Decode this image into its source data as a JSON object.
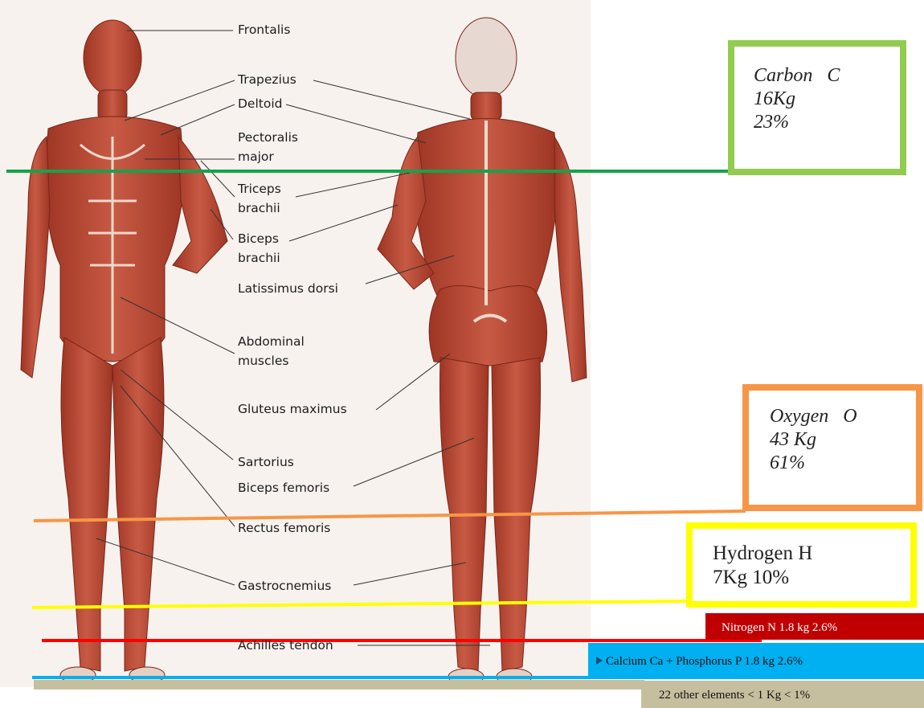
{
  "muscle_labels": [
    "Frontalis",
    "Trapezius",
    "Deltoid",
    "Pectoralis",
    "major",
    "Triceps",
    "brachii",
    "Biceps",
    "brachii",
    "Latissimus dorsi",
    "Abdominal",
    "muscles",
    "Gluteus maximus",
    "Sartorius",
    "Biceps femoris",
    "Rectus femoris",
    "Gastrocnemius",
    "Achilles tendon"
  ],
  "elements": {
    "carbon": {
      "text": "Carbon   C\n16Kg\n23%",
      "color": "#92cc4e"
    },
    "oxygen": {
      "text": "Oxygen   O\n43 Kg\n61%",
      "color": "#f79647"
    },
    "hydrogen": {
      "text": "Hydrogen H\n7Kg 10%",
      "color": "#ffff00"
    },
    "nitrogen": {
      "text": "Nitrogen N   1.8 kg 2.6%",
      "color": "#c00000"
    },
    "calcium_phosphorus": {
      "text": "Calcium Ca + Phosphorus P 1.8 kg 2.6%",
      "color": "#00b0f0"
    },
    "other": {
      "text": "22 other elements < 1 Kg < 1%",
      "color": "#c6bf9f"
    }
  }
}
